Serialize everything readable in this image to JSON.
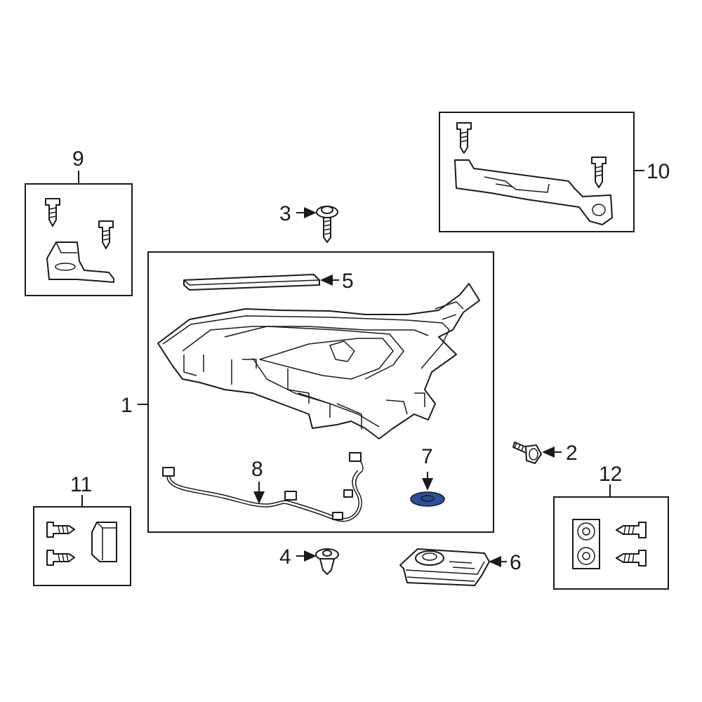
{
  "callouts": {
    "p1": "1",
    "p2": "2",
    "p3": "3",
    "p4": "4",
    "p5": "5",
    "p6": "6",
    "p7": "7",
    "p8": "8",
    "p9": "9",
    "p10": "10",
    "p11": "11",
    "p12": "12"
  },
  "highlight_color": "#2b4f9e",
  "highlighted_part": "7"
}
